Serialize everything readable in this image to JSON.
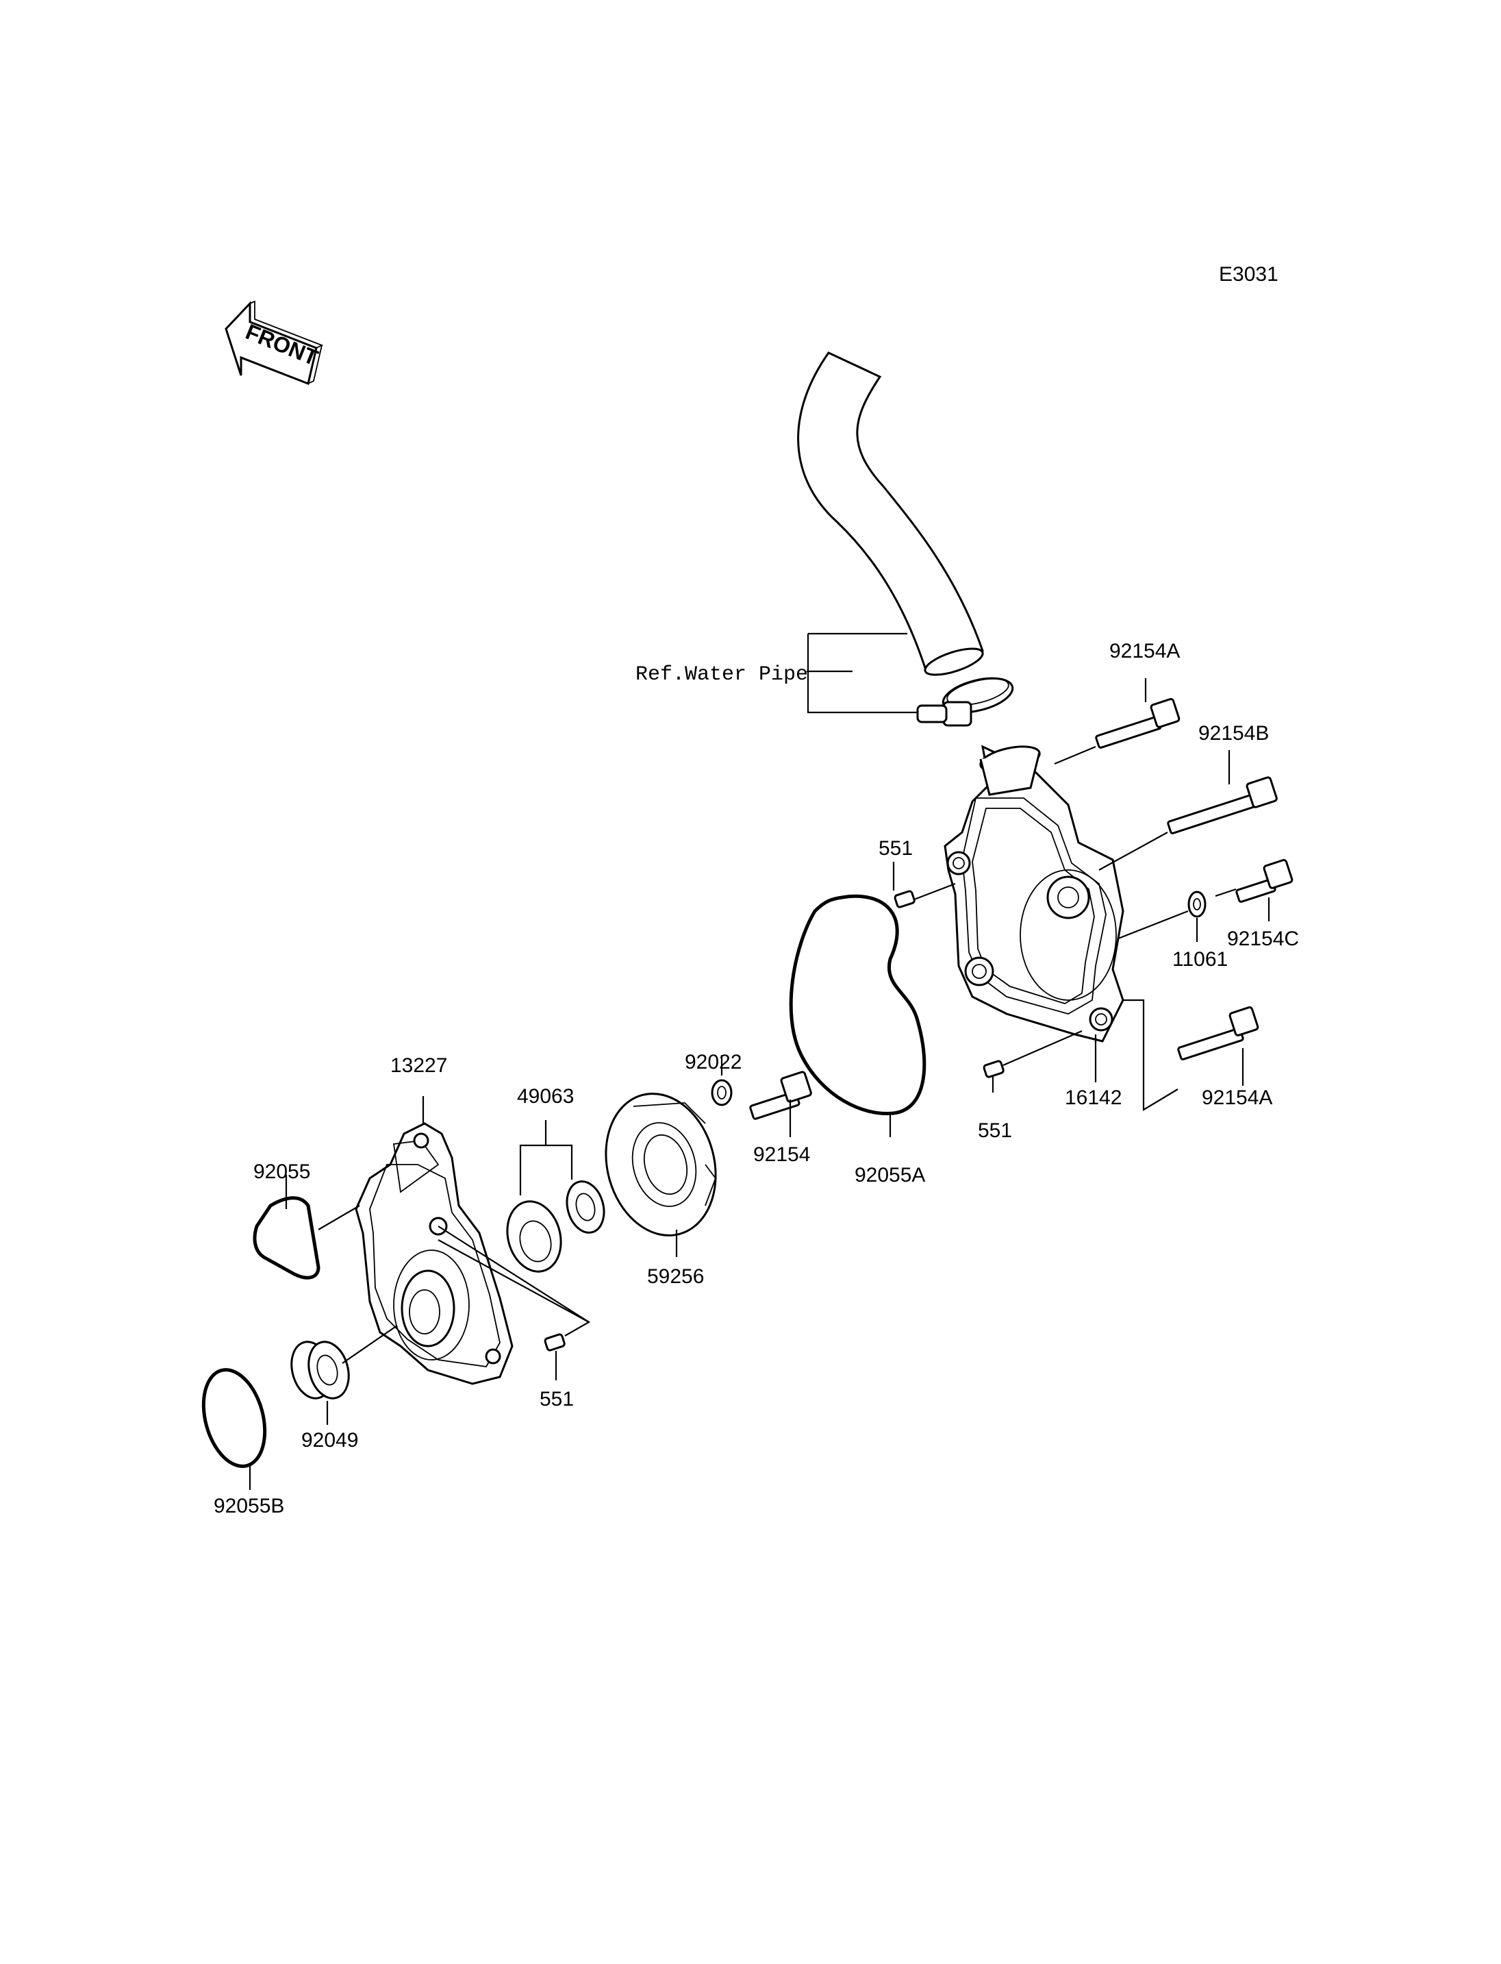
{
  "diagram": {
    "code": "E3031",
    "front_label": "FRONT",
    "ref_label": "Ref.Water Pipe",
    "parts": {
      "p92154A_top": "92154A",
      "p92154B": "92154B",
      "p92154C": "92154C",
      "p11061": "11061",
      "p551_top": "551",
      "p551_mid": "551",
      "p551_bottom": "551",
      "p16142": "16142",
      "p92154A_bottom": "92154A",
      "p92022": "92022",
      "p92154": "92154",
      "p92055A": "92055A",
      "p13227": "13227",
      "p49063": "49063",
      "p59256": "59256",
      "p92055": "92055",
      "p92049": "92049",
      "p92055B": "92055B"
    }
  }
}
